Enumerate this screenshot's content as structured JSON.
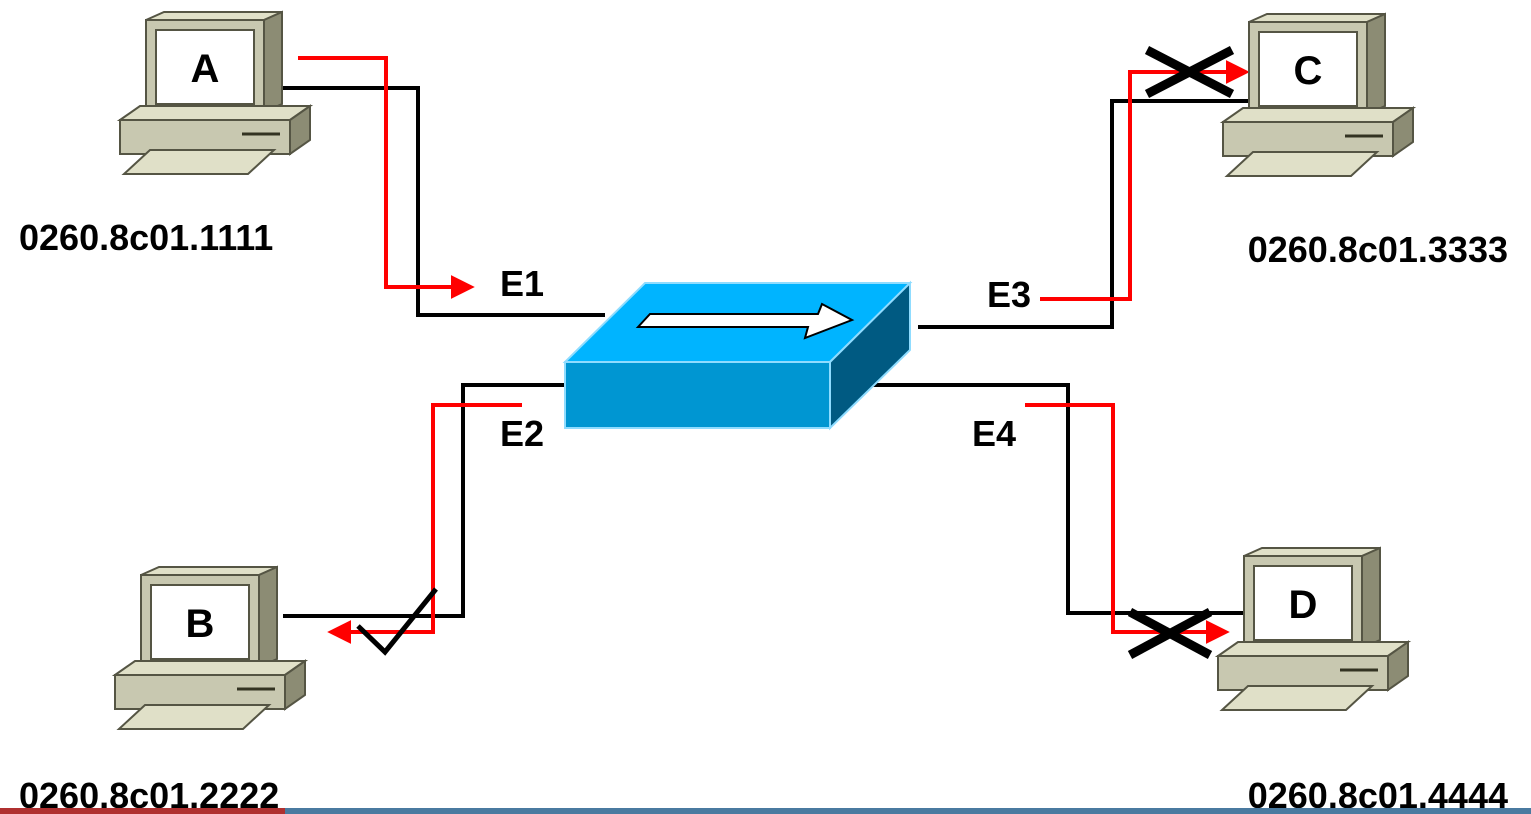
{
  "colors": {
    "frame_traffic": "#ff0000",
    "cable": "#000000",
    "switch_top": "#00b4ff",
    "switch_front": "#0096d2",
    "switch_side": "#005a82",
    "pc_body": "#c8c8b0",
    "pc_shadow": "#8c8c74",
    "footer_accent": "#b03030",
    "footer_bar": "#4a7aa0"
  },
  "hosts": [
    {
      "id": "A",
      "label": "A",
      "mac": "0260.8c01.1111",
      "port": "E1",
      "delivery": "source"
    },
    {
      "id": "B",
      "label": "B",
      "mac": "0260.8c01.2222",
      "port": "E2",
      "delivery": "accepted"
    },
    {
      "id": "C",
      "label": "C",
      "mac": "0260.8c01.3333",
      "port": "E3",
      "delivery": "dropped"
    },
    {
      "id": "D",
      "label": "D",
      "mac": "0260.8c01.4444",
      "port": "E4",
      "delivery": "dropped"
    }
  ],
  "icons": {
    "switch": "switch-icon",
    "host": "computer-icon",
    "accepted_mark": "check-mark-icon",
    "dropped_mark": "x-mark-icon"
  }
}
